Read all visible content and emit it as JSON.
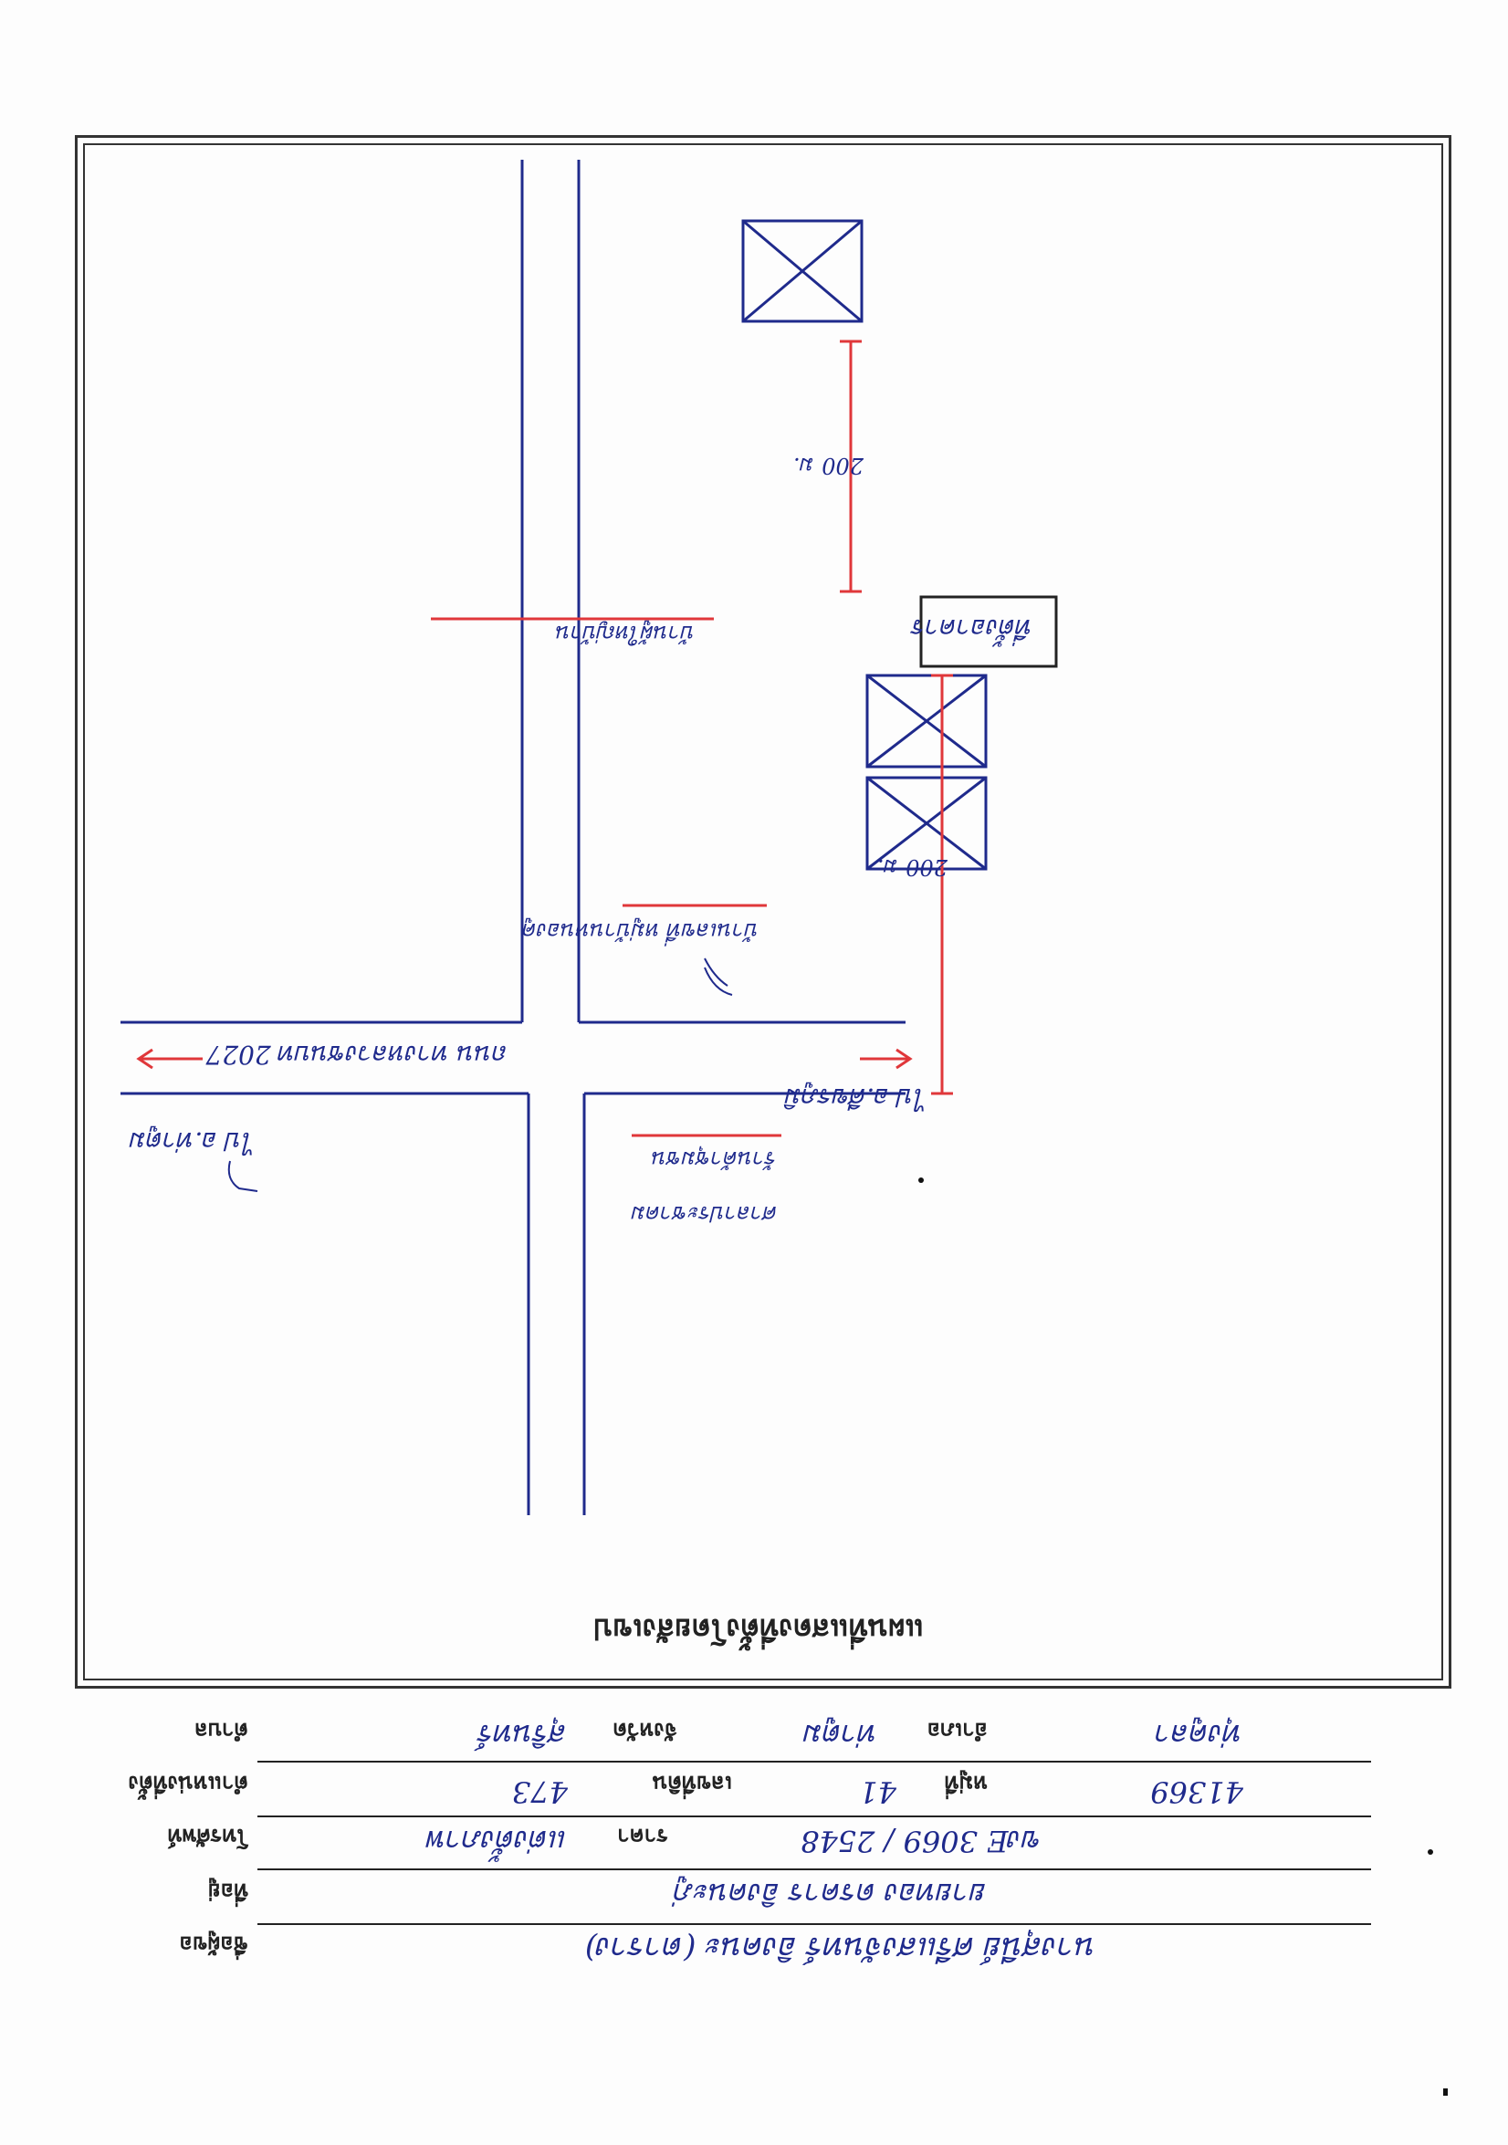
{
  "form": {
    "owner_label": "ชื่อผู้ขอ",
    "owner_value": "นางสุนีย์ ศรีแสงจันทร์ อิงคนะ (ตาราง)",
    "address_label": "ที่อยู่",
    "address_value": "ยายทอง ดรคาร อิงคนะภู่",
    "phone_label": "โทรศัพท์",
    "phone_value": "ขงE 3069 / 2548",
    "position_label": "ตำแหน่งที่ตั้ง",
    "position_value": "41369",
    "moo_label": "หมู่ที่",
    "moo_value": "41",
    "number_label": "เลขที่ดิน",
    "number_value": "473",
    "tambon_label": "ตำบล",
    "tambon_value": "ทุ่งคูลา",
    "amphoe_label": "อำเภอ",
    "amphoe_value": "ท่าตูม",
    "province_label": "จังหวัด",
    "province_value": "สุรินทร์",
    "extra_label": "ราคา",
    "extra_value": "แต่งตั้งภาพ"
  },
  "map": {
    "title": "แผนที่แสดงที่ตั้งโดยสังเขป",
    "road_label": "ถนน ทางหลวงชนบท 2027",
    "road_north_arrow_label": "ไป อ.ท่าตูม",
    "road_south_arrow_label": "ไป อ.ศีขรภูมิ",
    "site_label": "ที่ตั้งอาคาร",
    "dist_1": "200 ม.",
    "dist_2": "200 ม.",
    "landmark_1": "บ้านเลขที่ หมู่บ้านหนองคู",
    "landmark_2": "ร้านค้าชุมชน",
    "landmark_3": "บ้านผู้ใหญ่บ้าน",
    "landmark_4": "ศาลาประชาคม"
  },
  "colors": {
    "ink_blue": "#1f2a8c",
    "ink_red": "#e0373a",
    "frame": "#333333"
  }
}
